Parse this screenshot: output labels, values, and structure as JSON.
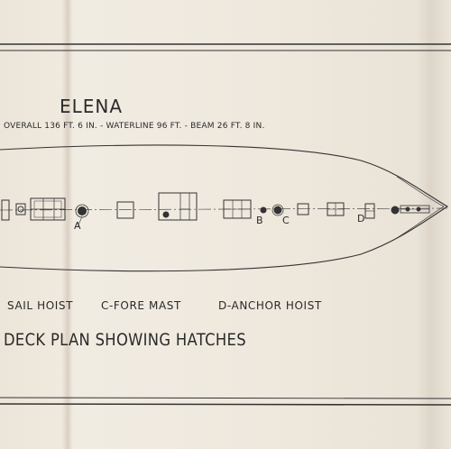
{
  "drawing": {
    "ship_name": "ELENA",
    "dimensions": "OVERALL 136 FT. 6 IN. - WATERLINE 96 FT. - BEAM 26 FT. 8 IN.",
    "plan_title": "DECK PLAN SHOWING HATCHES",
    "legend": [
      {
        "key": "B",
        "text": "SAIL HOIST"
      },
      {
        "key": "C",
        "text": "C-FORE MAST"
      },
      {
        "key": "D",
        "text": "D-ANCHOR HOIST"
      }
    ],
    "markers": {
      "a": "A",
      "b": "B",
      "c": "C",
      "d": "D"
    },
    "ink_color": "#2a2a2a",
    "paper_color": "#eee8dd"
  }
}
